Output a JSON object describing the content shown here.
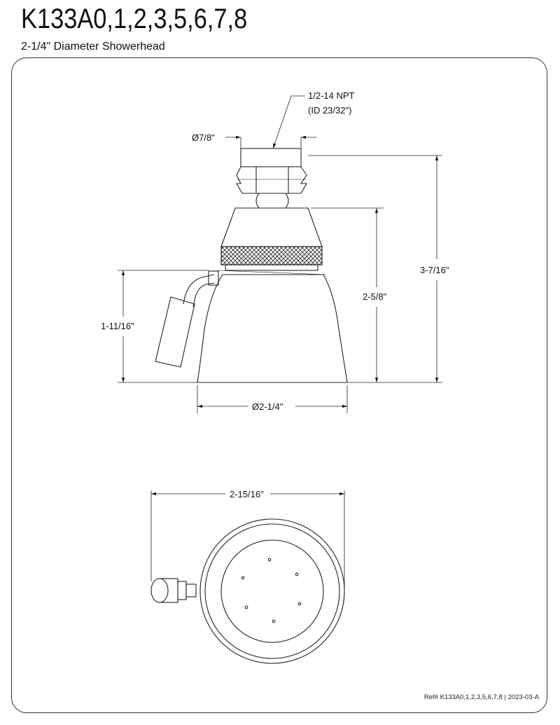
{
  "header": {
    "title": "K133A0,1,2,3,5,6,7,8",
    "subtitle": "2-1/4\" Diameter Showerhead"
  },
  "dimensions": {
    "inlet_diameter": "Ø7/8\"",
    "thread_line1": "1/2-14 NPT",
    "thread_line2": "(ID 23/32\")",
    "overall_height": "3-7/16\"",
    "body_height": "2-5/8\"",
    "handle_height": "1-11/16\"",
    "face_diameter": "Ø2-1/4\"",
    "overall_width": "2-15/16\""
  },
  "footer": {
    "reference": "Ref# K133A0,1,2,3,5,6,7,8 | 2023-03-A"
  }
}
